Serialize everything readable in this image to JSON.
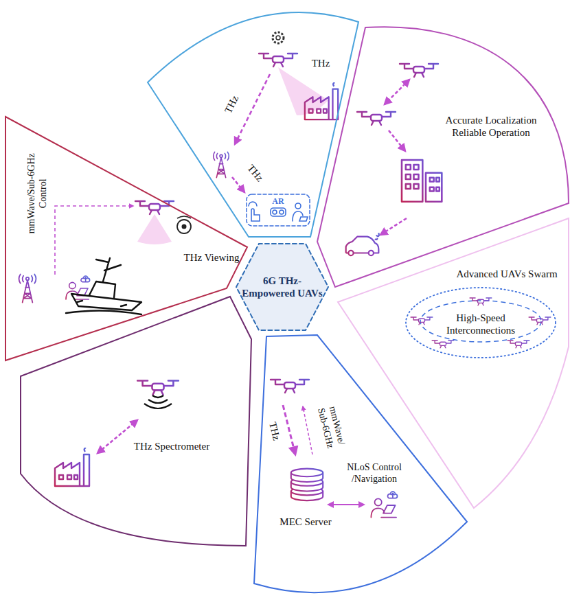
{
  "diagram": {
    "nodes": [
      {
        "text": [
          "THz",
          "THz",
          "THz"
        ]
      },
      {
        "text": [
          "AR"
        ],
        "in": 0
      },
      {
        "text": [
          "mmWave/Sub-6GHz Control",
          "THz Viewing"
        ]
      },
      {
        "text": [
          "Accurate Localization Reliable Operation"
        ]
      },
      {
        "text": [
          "6G THz-Empowered UAVs"
        ]
      },
      {
        "text": [
          "Advanced UAVs Swarm"
        ]
      },
      {
        "text": [
          "High-Speed Interconnections"
        ],
        "in": 5
      },
      {
        "text": [
          "THz Spectrometer"
        ]
      },
      {
        "text": [
          "THz",
          "mmWave/ Sub-6GHz",
          "NLoS Control /Navigation",
          "MEC Server"
        ]
      }
    ]
  }
}
